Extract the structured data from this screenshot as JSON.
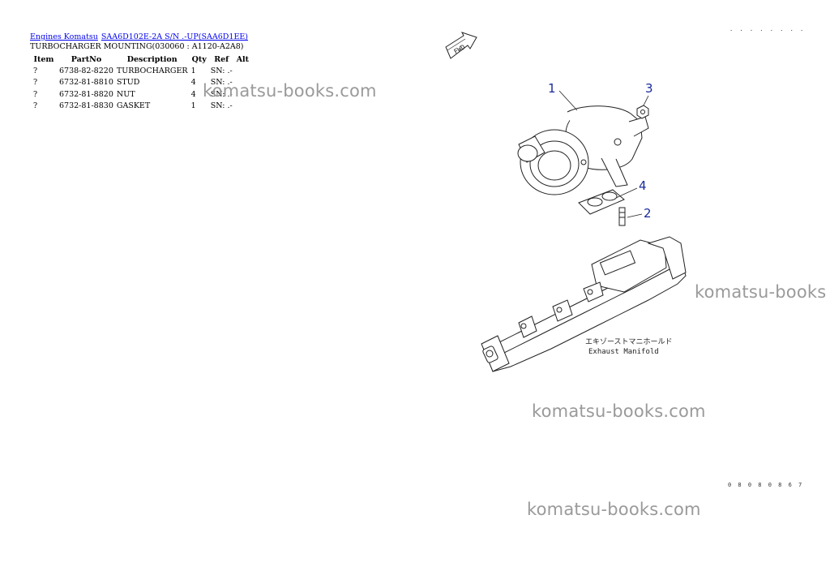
{
  "breadcrumb": {
    "link1": "Engines Komatsu",
    "link2": "SAA6D102E-2A S/N .-UP(SAA6D1EE)"
  },
  "title": "TURBOCHARGER MOUNTING(030060 : A1120-A2A8)",
  "table": {
    "headers": [
      "Item",
      "PartNo",
      "Description",
      "Qty",
      "Ref",
      "Alt"
    ],
    "rows": [
      {
        "item": "?",
        "partno": "6738-82-8220",
        "description": "TURBOCHARGER",
        "qty": "1",
        "ref": "SN: .-"
      },
      {
        "item": "?",
        "partno": "6732-81-8810",
        "description": "STUD",
        "qty": "4",
        "ref": "SN: .-"
      },
      {
        "item": "?",
        "partno": "6732-81-8820",
        "description": "NUT",
        "qty": "4",
        "ref": "SN: .-"
      },
      {
        "item": "?",
        "partno": "6732-81-8830",
        "description": "GASKET",
        "qty": "1",
        "ref": "SN: .-"
      }
    ]
  },
  "watermarks": [
    "komatsu-books.com",
    "komatsu-books",
    "komatsu-books.com",
    "komatsu-books.com"
  ],
  "drawing": {
    "fwd_label": "FWD",
    "callouts": [
      "1",
      "2",
      "3",
      "4"
    ],
    "label_jp": "エキゾーストマニホールド",
    "label_en": "Exhaust Manifold",
    "top_code": "· · · · · · · ·",
    "bottom_code": "0 8 0 8 0 8 6 7"
  },
  "colors": {
    "callout": "#1a2a9c",
    "link": "#0000ee",
    "watermark": "#9a9a9a"
  }
}
